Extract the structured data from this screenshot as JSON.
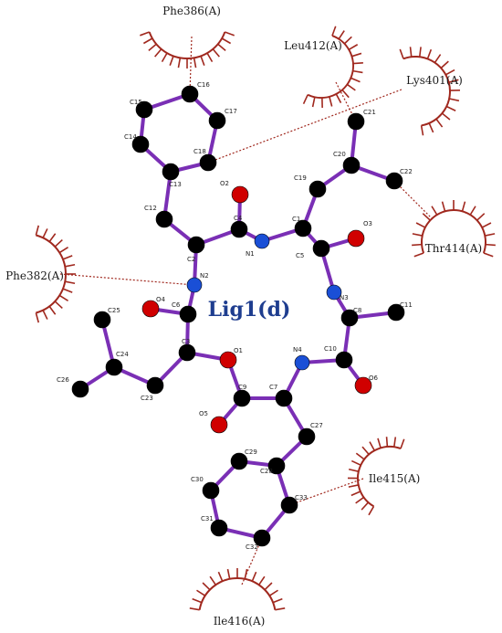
{
  "ligand": {
    "name": "Lig1(d)"
  },
  "colors": {
    "bond": "#7a2fb5",
    "carbon": "#000000",
    "oxygen": "#d00000",
    "nitrogen": "#1a4fd6",
    "hydrophobic_arc": "#a0281e",
    "contact_line": "#a0281e"
  },
  "residues": [
    {
      "id": "phe386",
      "label": "Phe386(A)"
    },
    {
      "id": "leu412",
      "label": "Leu412(A)"
    },
    {
      "id": "lys401",
      "label": "Lys401(A)"
    },
    {
      "id": "thr414",
      "label": "Thr414(A)"
    },
    {
      "id": "phe382",
      "label": "Phe382(A)"
    },
    {
      "id": "ile415",
      "label": "Ile415(A)"
    },
    {
      "id": "ile416",
      "label": "Ile416(A)"
    }
  ],
  "atoms": [
    {
      "id": "C16",
      "label": "C16",
      "element": "C"
    },
    {
      "id": "C15",
      "label": "C15",
      "element": "C"
    },
    {
      "id": "C17",
      "label": "C17",
      "element": "C"
    },
    {
      "id": "C14",
      "label": "C14",
      "element": "C"
    },
    {
      "id": "C18",
      "label": "C18",
      "element": "C"
    },
    {
      "id": "C13",
      "label": "C13",
      "element": "C"
    },
    {
      "id": "C12",
      "label": "C12",
      "element": "C"
    },
    {
      "id": "C2",
      "label": "C2",
      "element": "C"
    },
    {
      "id": "C4",
      "label": "C4",
      "element": "C"
    },
    {
      "id": "O2",
      "label": "O2",
      "element": "O"
    },
    {
      "id": "N1",
      "label": "N1",
      "element": "N"
    },
    {
      "id": "C1",
      "label": "C1",
      "element": "C"
    },
    {
      "id": "C19",
      "label": "C19",
      "element": "C"
    },
    {
      "id": "C20",
      "label": "C20",
      "element": "C"
    },
    {
      "id": "C21",
      "label": "C21",
      "element": "C"
    },
    {
      "id": "C22",
      "label": "C22",
      "element": "C"
    },
    {
      "id": "C5",
      "label": "C5",
      "element": "C"
    },
    {
      "id": "O3",
      "label": "O3",
      "element": "O"
    },
    {
      "id": "N3",
      "label": "N3",
      "element": "N"
    },
    {
      "id": "C8",
      "label": "C8",
      "element": "C"
    },
    {
      "id": "C11",
      "label": "C11",
      "element": "C"
    },
    {
      "id": "C10",
      "label": "C10",
      "element": "C"
    },
    {
      "id": "O6",
      "label": "O6",
      "element": "O"
    },
    {
      "id": "N4",
      "label": "N4",
      "element": "N"
    },
    {
      "id": "N2",
      "label": "N2",
      "element": "N"
    },
    {
      "id": "C6",
      "label": "C6",
      "element": "C"
    },
    {
      "id": "O4",
      "label": "O4",
      "element": "O"
    },
    {
      "id": "C3",
      "label": "C3",
      "element": "C"
    },
    {
      "id": "O1",
      "label": "O1",
      "element": "O"
    },
    {
      "id": "C9",
      "label": "C9",
      "element": "C"
    },
    {
      "id": "O5",
      "label": "O5",
      "element": "O"
    },
    {
      "id": "C7",
      "label": "C7",
      "element": "C"
    },
    {
      "id": "C27",
      "label": "C27",
      "element": "C"
    },
    {
      "id": "C28",
      "label": "C28",
      "element": "C"
    },
    {
      "id": "C29",
      "label": "C29",
      "element": "C"
    },
    {
      "id": "C30",
      "label": "C30",
      "element": "C"
    },
    {
      "id": "C31",
      "label": "C31",
      "element": "C"
    },
    {
      "id": "C32",
      "label": "C32",
      "element": "C"
    },
    {
      "id": "C33",
      "label": "C33",
      "element": "C"
    },
    {
      "id": "C24",
      "label": "C24",
      "element": "C"
    },
    {
      "id": "C25",
      "label": "C25",
      "element": "C"
    },
    {
      "id": "C26",
      "label": "C26",
      "element": "C"
    },
    {
      "id": "C23",
      "label": "C23",
      "element": "C"
    }
  ],
  "bonds": [
    [
      "C16",
      "C15"
    ],
    [
      "C15",
      "C14"
    ],
    [
      "C14",
      "C13"
    ],
    [
      "C13",
      "C18"
    ],
    [
      "C18",
      "C17"
    ],
    [
      "C17",
      "C16"
    ],
    [
      "C13",
      "C12"
    ],
    [
      "C12",
      "C2"
    ],
    [
      "C2",
      "C4"
    ],
    [
      "C4",
      "O2"
    ],
    [
      "C4",
      "N1"
    ],
    [
      "N1",
      "C1"
    ],
    [
      "C1",
      "C19"
    ],
    [
      "C19",
      "C20"
    ],
    [
      "C20",
      "C21"
    ],
    [
      "C20",
      "C22"
    ],
    [
      "C1",
      "C5"
    ],
    [
      "C5",
      "O3"
    ],
    [
      "C5",
      "N3"
    ],
    [
      "N3",
      "C8"
    ],
    [
      "C8",
      "C11"
    ],
    [
      "C8",
      "C10"
    ],
    [
      "C10",
      "O6"
    ],
    [
      "C10",
      "N4"
    ],
    [
      "N4",
      "C7"
    ],
    [
      "C7",
      "C9"
    ],
    [
      "C9",
      "O5"
    ],
    [
      "C9",
      "O1"
    ],
    [
      "C7",
      "C27"
    ],
    [
      "C27",
      "C28"
    ],
    [
      "C28",
      "C29"
    ],
    [
      "C29",
      "C30"
    ],
    [
      "C30",
      "C31"
    ],
    [
      "C31",
      "C32"
    ],
    [
      "C32",
      "C33"
    ],
    [
      "C33",
      "C28"
    ],
    [
      "C2",
      "N2"
    ],
    [
      "N2",
      "C6"
    ],
    [
      "C6",
      "O4"
    ],
    [
      "C6",
      "C3"
    ],
    [
      "C3",
      "O1"
    ],
    [
      "C3",
      "C23"
    ],
    [
      "C23",
      "C24"
    ],
    [
      "C24",
      "C25"
    ],
    [
      "C24",
      "C26"
    ]
  ],
  "contacts": [
    [
      "phe386",
      "C16"
    ],
    [
      "leu412",
      "C21"
    ],
    [
      "lys401",
      "C18"
    ],
    [
      "thr414",
      "C22"
    ],
    [
      "phe382",
      "N2"
    ],
    [
      "ile415",
      "C33"
    ],
    [
      "ile416",
      "C32"
    ]
  ]
}
